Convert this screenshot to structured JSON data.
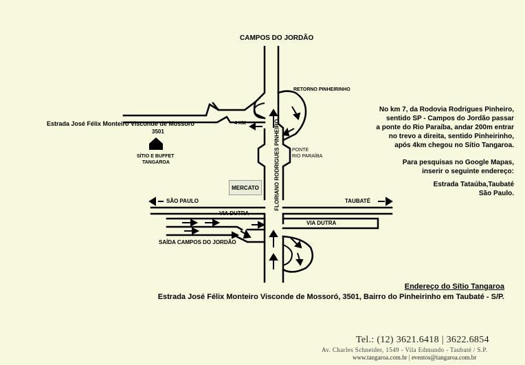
{
  "labels": {
    "top_city": "CAMPOS DO JORDÃO",
    "retorno": "RETORNO PINHEIRINHO",
    "estrada": "Estrada  José Félix Monteiro Visconde de Mossoró",
    "number": "3501",
    "km": "4 KM",
    "sitio_line1": "SÍTIO E BUFFET",
    "sitio_line2": "TANGAROA",
    "ponte_line1": "PONTE",
    "ponte_line2": "RIO PARAÍBA",
    "vertical_road": "FLORIANO RODRIGUES PINHEIRO",
    "mercado": "MERCATO",
    "sao_paulo": "SÃO PAULO",
    "taubate": "TAUBATÉ",
    "via_dutra_1": "VIA DUTRA",
    "via_dutra_2": "VIA DUTRA",
    "saida": "SAÍDA CAMPOS DO JORDÃO"
  },
  "instructions": [
    "No km 7, da Rodovia Rodrigues Pinheiro,",
    "sentido SP - Campos do Jordão passar",
    "a ponte do Rio Paraíba, andar 200m entrar",
    "no trevo a direita, sentido Pinheirinho,",
    "após 4km chegou no Sítio Tangaroa."
  ],
  "google": [
    "Para pesquisas no Google Mapas,",
    "inserir o seguinte endereço:"
  ],
  "search_address": [
    "Estrada Tataúba,Taubaté",
    "São Paulo."
  ],
  "address": {
    "heading": "Endereço do Sítio Tangaroa",
    "full": "Estrada  José Félix Monteiro Visconde de Mossoró, 3501, Bairro do Pinheirinho em Taubaté - S/P."
  },
  "footer": {
    "phones": "Tel.: (12) 3621.6418   |   3622.6854",
    "street": "Av. Charles Schneider, 1549 - Vila Edmundo - Taubaté / S.P.",
    "web": "www.tangaroa.com.br  |  eventos@tangaroa.com.br"
  }
}
